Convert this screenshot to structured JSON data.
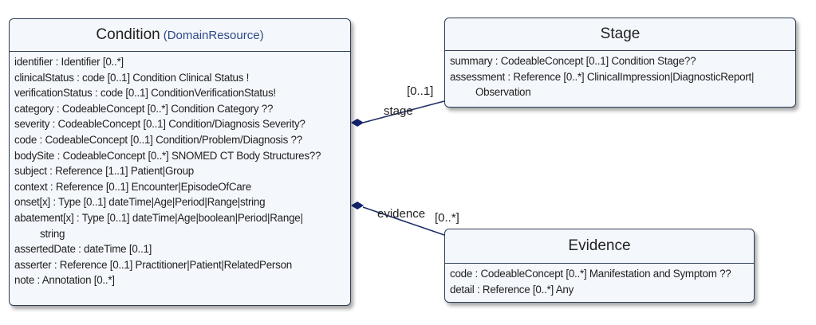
{
  "condition": {
    "title": "Condition",
    "stereotype": "(DomainResource)",
    "attributes": [
      "identifier : Identifier [0..*]",
      "clinicalStatus : code [0..1] Condition Clinical Status !",
      "verificationStatus : code [0..1] ConditionVerificationStatus!",
      "category : CodeableConcept [0..*] Condition Category ??",
      "severity : CodeableConcept [0..1] Condition/Diagnosis Severity?",
      "code : CodeableConcept [0..1] Condition/Problem/Diagnosis ??",
      "bodySite : CodeableConcept [0..*] SNOMED CT Body Structures??",
      "subject : Reference [1..1] Patient|Group",
      "context : Reference [0..1] Encounter|EpisodeOfCare",
      "onset[x] : Type [0..1] dateTime|Age|Period|Range|string",
      "abatement[x] : Type [0..1] dateTime|Age|boolean|Period|Range|",
      "string",
      "assertedDate : dateTime [0..1]",
      "asserter : Reference [0..1] Practitioner|Patient|RelatedPerson",
      "note : Annotation [0..*]"
    ]
  },
  "stage": {
    "title": "Stage",
    "attributes": [
      "summary : CodeableConcept [0..1] Condition Stage??",
      "assessment : Reference [0..*] ClinicalImpression|DiagnosticReport|",
      "Observation"
    ]
  },
  "evidence": {
    "title": "Evidence",
    "attributes": [
      "code : CodeableConcept [0..*] Manifestation and Symptom ??",
      "detail : Reference [0..*] Any"
    ]
  },
  "associations": {
    "stage": {
      "role": "stage",
      "multiplicity": "[0..1]"
    },
    "evidence": {
      "role": "evidence",
      "multiplicity": "[0..*]"
    }
  },
  "colors": {
    "border": "#2c3e57",
    "fill": "#f4f7fb",
    "stereotype": "#2d4a8a",
    "link": "#1f2f66"
  }
}
